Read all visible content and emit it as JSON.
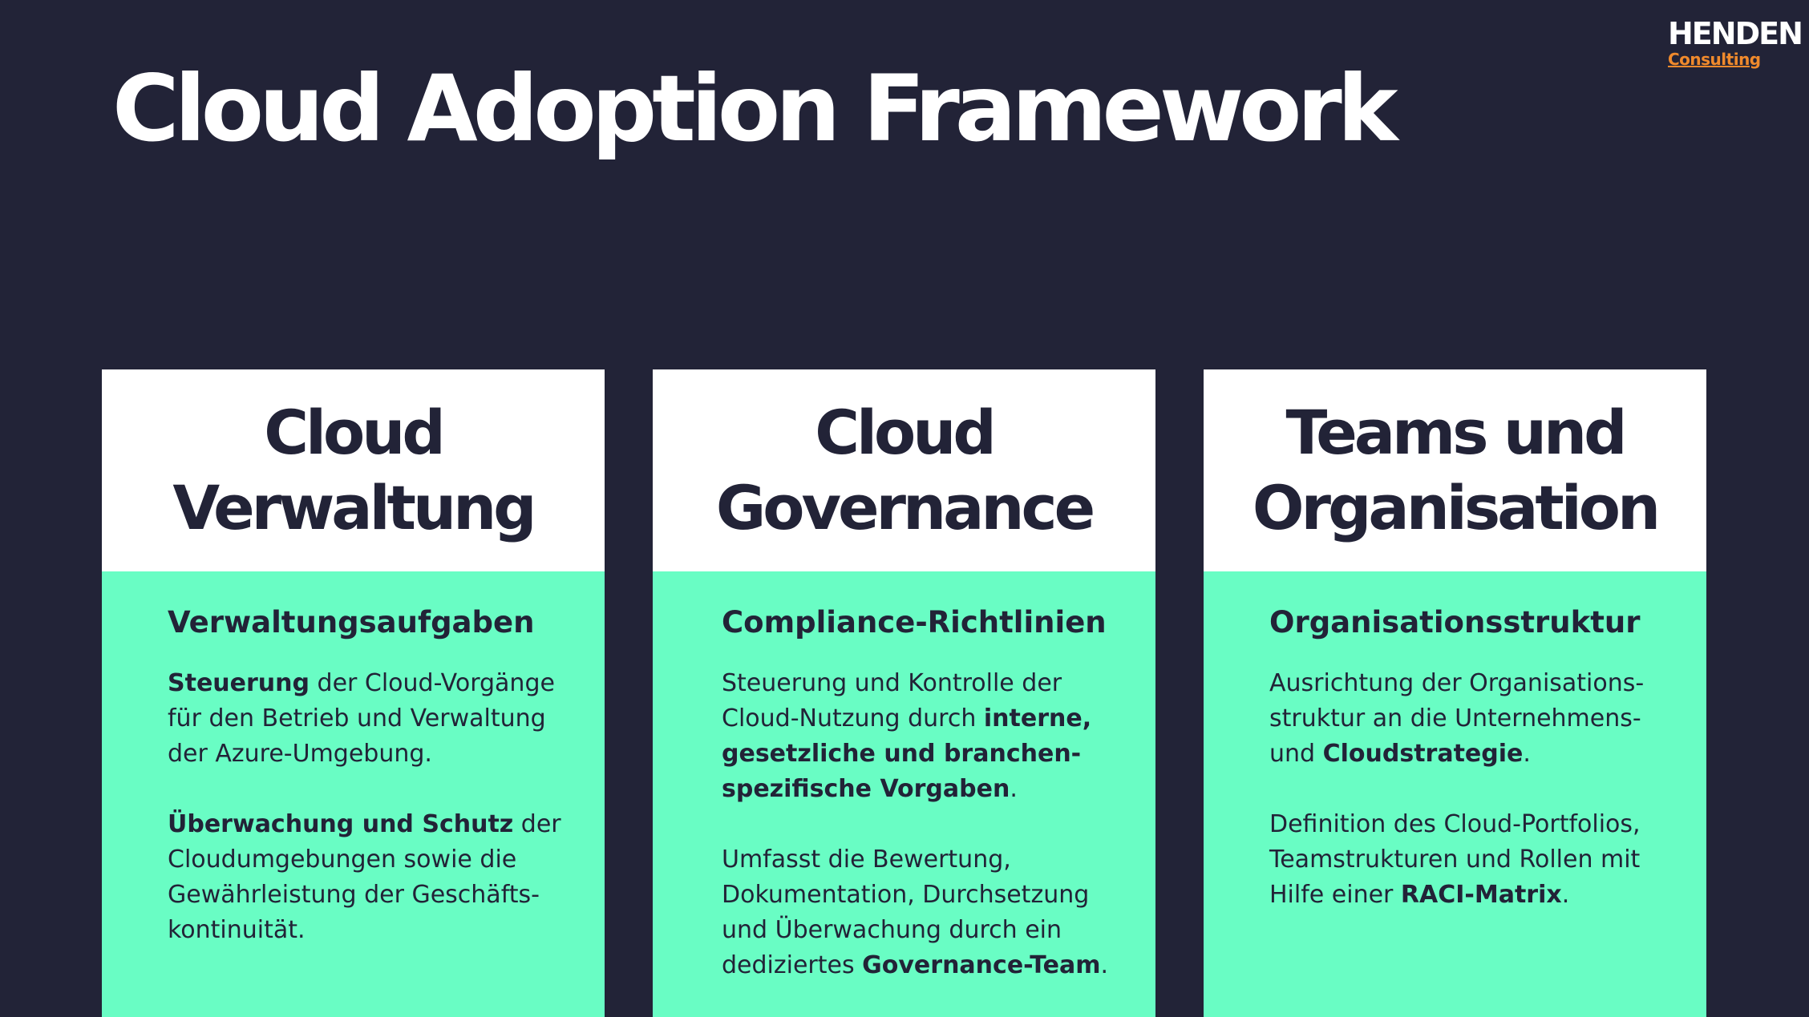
{
  "logo": {
    "main": "HENDEN",
    "sub": "Consulting"
  },
  "title": "Cloud Adoption Framework",
  "cards": [
    {
      "title_lines": [
        "Cloud",
        "Verwaltung"
      ],
      "heading": "Verwaltungsaufgaben",
      "paragraphs": [
        {
          "lines": [
            [
              {
                "b": "Steuerung"
              },
              {
                "t": " der Cloud-Vorgänge"
              }
            ],
            [
              {
                "t": "für den Betrieb und Verwaltung"
              }
            ],
            [
              {
                "t": "der Azure-Umgebung."
              }
            ]
          ]
        },
        {
          "lines": [
            [
              {
                "b": "Überwachung und Schutz"
              },
              {
                "t": " der"
              }
            ],
            [
              {
                "t": "Cloudumgebungen sowie die"
              }
            ],
            [
              {
                "t": "Gewährleistung der Geschäfts-"
              }
            ],
            [
              {
                "t": "kontinuität."
              }
            ]
          ]
        }
      ]
    },
    {
      "title_lines": [
        "Cloud",
        "Governance"
      ],
      "heading": "Compliance-Richtlinien",
      "paragraphs": [
        {
          "lines": [
            [
              {
                "t": "Steuerung und Kontrolle der"
              }
            ],
            [
              {
                "t": "Cloud-Nutzung durch "
              },
              {
                "b": "interne,"
              }
            ],
            [
              {
                "b": "gesetzliche und branchen-"
              }
            ],
            [
              {
                "b": "spezifische Vorgaben"
              },
              {
                "t": "."
              }
            ]
          ]
        },
        {
          "lines": [
            [
              {
                "t": "Umfasst die Bewertung,"
              }
            ],
            [
              {
                "t": "Dokumentation, Durchsetzung"
              }
            ],
            [
              {
                "t": "und Überwachung durch ein"
              }
            ],
            [
              {
                "t": "dediziertes "
              },
              {
                "b": "Governance-Team"
              },
              {
                "t": "."
              }
            ]
          ]
        }
      ]
    },
    {
      "title_lines": [
        "Teams und",
        "Organisation"
      ],
      "heading": "Organisationsstruktur",
      "paragraphs": [
        {
          "lines": [
            [
              {
                "t": "Ausrichtung der Organisations-"
              }
            ],
            [
              {
                "t": "struktur an die Unternehmens-"
              }
            ],
            [
              {
                "t": "und "
              },
              {
                "b": "Cloudstrategie"
              },
              {
                "t": "."
              }
            ]
          ]
        },
        {
          "lines": [
            [
              {
                "t": "Definition des Cloud-Portfolios,"
              }
            ],
            [
              {
                "t": "Teamstrukturen und Rollen mit"
              }
            ],
            [
              {
                "t": "Hilfe einer "
              },
              {
                "b": "RACI-Matrix"
              },
              {
                "t": "."
              }
            ]
          ]
        }
      ]
    }
  ]
}
